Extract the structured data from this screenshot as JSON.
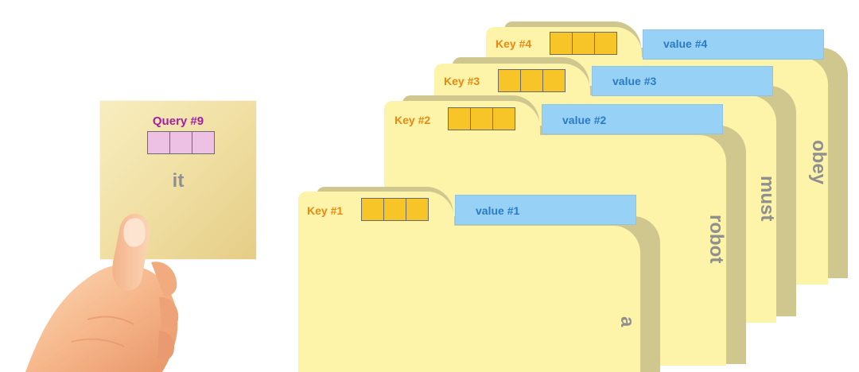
{
  "query": {
    "label": "Query #9",
    "word": "it",
    "cell_color": "#ecc1e4",
    "label_color": "#a3209f"
  },
  "cards": [
    {
      "key": "Key #4",
      "value": "value #4",
      "word": "obey"
    },
    {
      "key": "Key #3",
      "value": "value #3",
      "word": "must"
    },
    {
      "key": "Key #2",
      "value": "value #2",
      "word": "robot"
    },
    {
      "key": "Key #1",
      "value": "value #1",
      "word": "a"
    }
  ],
  "colors": {
    "card": "#fdf3a9",
    "card_shadow": "#cfc78e",
    "key_cell": "#f7c528",
    "value_tab": "#97d1f6",
    "key_text": "#e88a12",
    "value_text": "#2a7bc4",
    "word_text": "#8f8f8f"
  },
  "icons": {
    "hand": "hand-holding-card-icon"
  }
}
